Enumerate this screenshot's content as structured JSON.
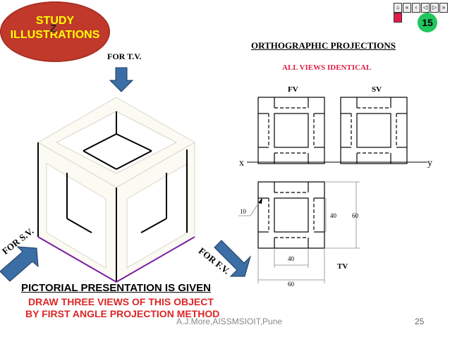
{
  "badge": {
    "line1": "STUDY",
    "mark": "Z",
    "line2": "ILLUSTRATIONS"
  },
  "page_badge": "15",
  "ortho": {
    "title": "ORTHOGRAPHIC PROJECTIONS",
    "subtitle": "ALL VIEWS IDENTICAL",
    "fv": "FV",
    "sv": "SV",
    "tv": "TV",
    "x": "x",
    "y": "y",
    "dims": {
      "d10": "10",
      "d40v": "40",
      "d60v": "60",
      "d40h": "40",
      "d60h": "60"
    }
  },
  "pictorial": {
    "for_tv": "FOR T.V.",
    "for_fv": "FOR F.V.",
    "for_sv": "FOR S.V."
  },
  "instructions": {
    "heading": "PICTORIAL PRESENTATION IS GIVEN",
    "line1": "DRAW THREE VIEWS OF THIS OBJECT",
    "line2": "BY FIRST ANGLE PROJECTION METHOD"
  },
  "footer": {
    "author": "A.J.More,AISSMSIOIT,Pune",
    "page": "25"
  },
  "colors": {
    "badge": "#c0392b",
    "badge_text": "#ffff00",
    "accent_red": "#e11d48",
    "arrow_blue": "#3b6ea5",
    "purple": "#7b1fa2"
  }
}
